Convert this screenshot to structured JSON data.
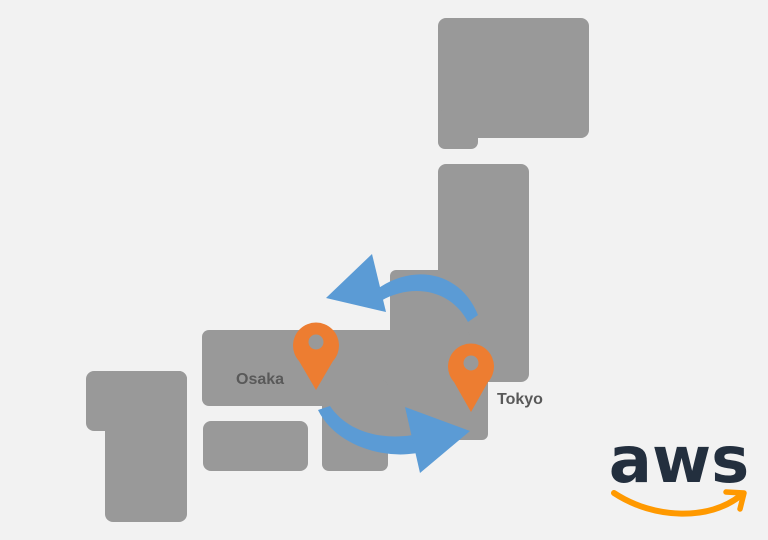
{
  "map": {
    "land_color": "#999999",
    "background_color": "#f2f2f2",
    "cities": [
      {
        "name": "Osaka",
        "icon": "map-pin-icon",
        "pin_color": "#ed7d31"
      },
      {
        "name": "Tokyo",
        "icon": "map-pin-icon",
        "pin_color": "#ed7d31"
      }
    ],
    "arrows": {
      "icon": "curved-arrow-icon",
      "color": "#5b9bd5"
    },
    "label_color": "#595959"
  },
  "logo": {
    "text": "aws",
    "icon": "amazon-smile-icon",
    "text_color": "#232f3e",
    "smile_color": "#ff9900"
  }
}
